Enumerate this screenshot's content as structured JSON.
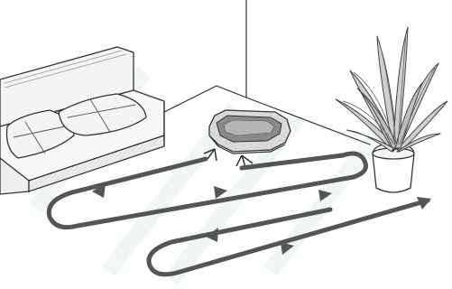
{
  "scene": {
    "type": "robot-vacuum-cleaning-pattern-illustration",
    "objects": [
      "corner-room",
      "sofa",
      "robot-vacuum",
      "potted-plant",
      "zigzag-cleaning-path"
    ],
    "colors": {
      "line": "#333333",
      "path": "#555555",
      "floor": "#ffffff",
      "watermark": "#dff0ea",
      "robot_body": "#d9d9d9",
      "robot_top": "#8a8a8a"
    },
    "icons": [
      "arrow-right-icon",
      "arrow-left-icon"
    ],
    "path_direction_sequence": [
      "left",
      "right",
      "right",
      "left",
      "right"
    ]
  }
}
